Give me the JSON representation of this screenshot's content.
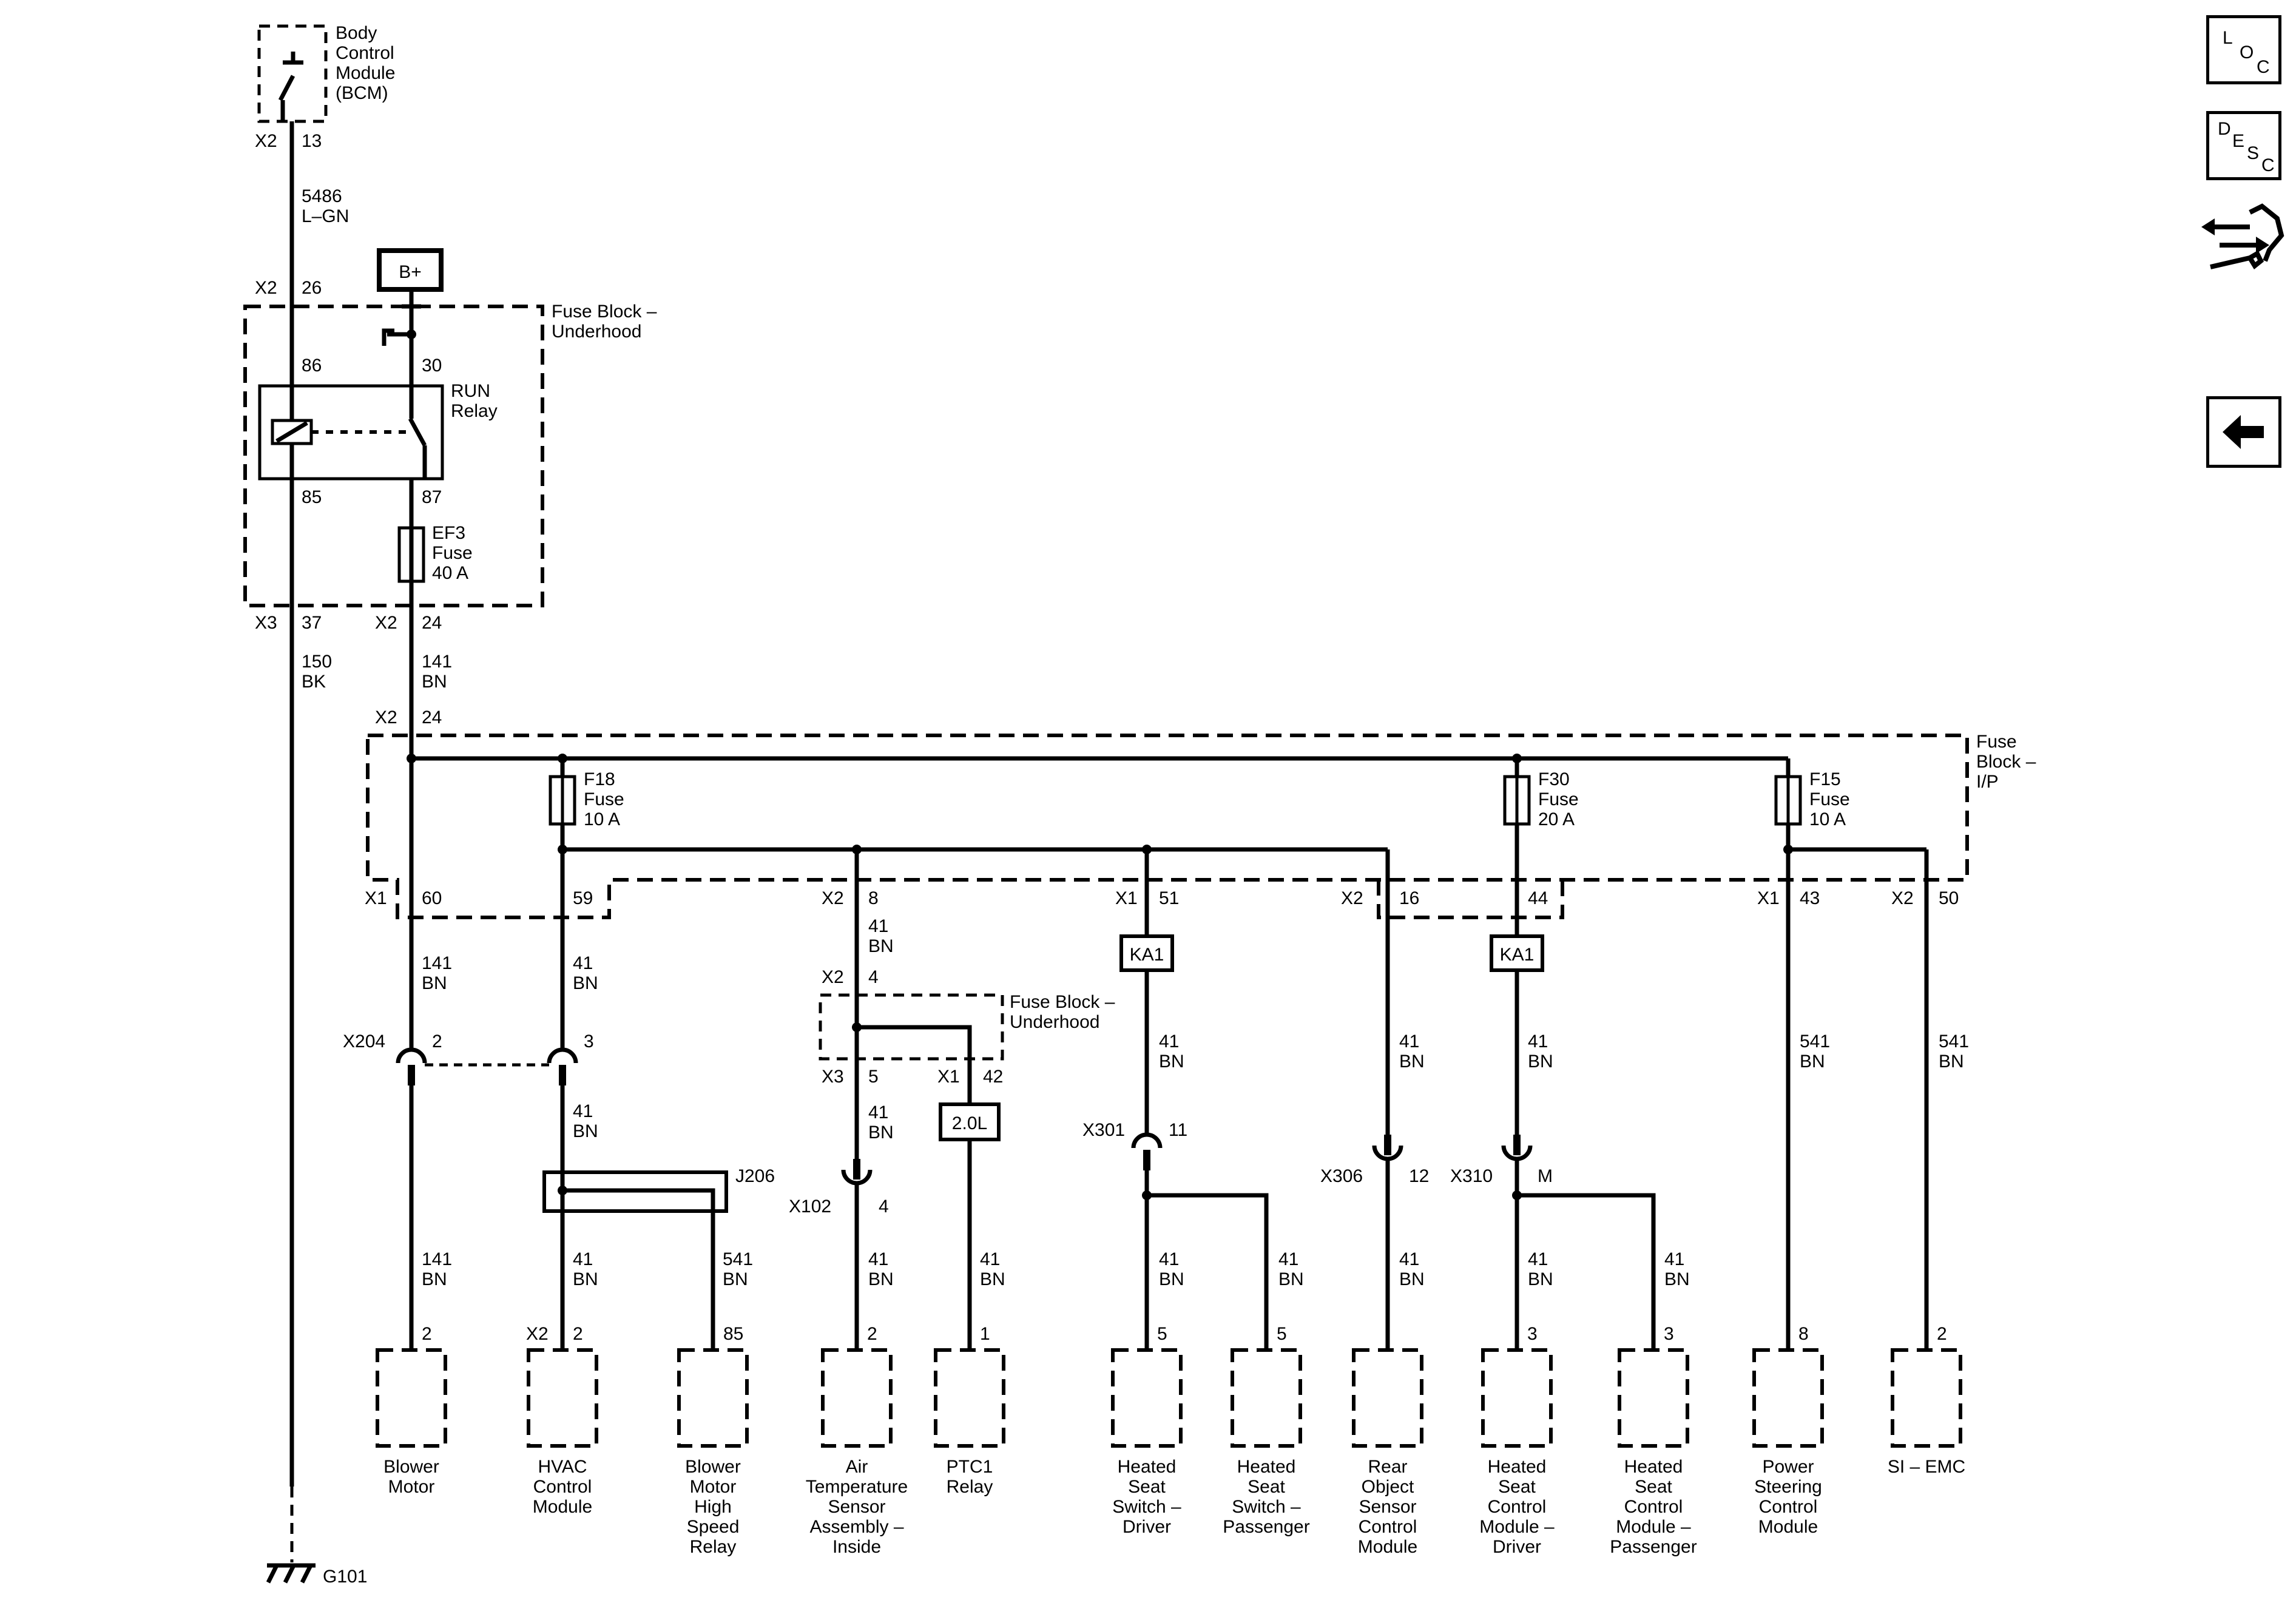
{
  "nav": {
    "loc": [
      "L",
      "O",
      "C"
    ],
    "desc": [
      "D",
      "E",
      "S",
      "C"
    ],
    "service_icon": "wrench-arrows-icon",
    "back_icon": "left-arrow-icon"
  },
  "bcm": {
    "label": [
      "Body",
      "Control",
      "Module",
      "(BCM)"
    ],
    "conn": "X2",
    "pin": "13"
  },
  "wire_bcm": {
    "circuit": "5486",
    "color": "L–GN"
  },
  "bplus": {
    "label": "B+"
  },
  "fb_under": {
    "label": [
      "Fuse Block –",
      "Underhood"
    ],
    "in_conn": "X2",
    "in_pin": "26"
  },
  "relay": {
    "label": [
      "RUN",
      "Relay"
    ],
    "pin86": "86",
    "pin30": "30",
    "pin85": "85",
    "pin87": "87"
  },
  "ef3": {
    "label": [
      "EF3",
      "Fuse",
      "40 A"
    ]
  },
  "fb_under_out": {
    "gnd_conn": "X3",
    "gnd_pin": "37",
    "out_conn": "X2",
    "out_pin": "24"
  },
  "wire_gnd": {
    "circuit": "150",
    "color": "BK"
  },
  "wire_141": {
    "circuit": "141",
    "color": "BN"
  },
  "fb_ip": {
    "label": [
      "Fuse",
      "Block –",
      "I/P"
    ],
    "in_conn": "X2",
    "in_pin": "24"
  },
  "f18": {
    "label": [
      "F18",
      "Fuse",
      "10 A"
    ]
  },
  "f30": {
    "label": [
      "F30",
      "Fuse",
      "20 A"
    ]
  },
  "f15": {
    "label": [
      "F15",
      "Fuse",
      "10 A"
    ]
  },
  "ip_pins": {
    "x1_60_conn": "X1",
    "x1_60_pin": "60",
    "p59": "59",
    "x2_8_conn": "X2",
    "x2_8_pin": "8",
    "x1_51_conn": "X1",
    "x1_51_pin": "51",
    "x2_16_conn": "X2",
    "x2_16_pin": "16",
    "p44": "44",
    "x1_43_conn": "X1",
    "x1_43_pin": "43",
    "x2_50_conn": "X2",
    "x2_50_pin": "50"
  },
  "wires": {
    "w141": {
      "circuit": "141",
      "color": "BN"
    },
    "w41": {
      "circuit": "41",
      "color": "BN"
    },
    "w541": {
      "circuit": "541",
      "color": "BN"
    }
  },
  "fb_under2": {
    "label": [
      "Fuse Block –",
      "Underhood"
    ],
    "in_conn": "X2",
    "in_pin": "4",
    "x3": "X3",
    "p5": "5",
    "x1": "X1",
    "p42": "42"
  },
  "ka1": "KA1",
  "engine": "2.0L",
  "splice": "J206",
  "connectors": {
    "x204": "X204",
    "x204_p2": "2",
    "x204_p3": "3",
    "x102": "X102",
    "x102_p4": "4",
    "x301": "X301",
    "x301_p11": "11",
    "x306": "X306",
    "x306_p12": "12",
    "x310": "X310",
    "x310_pm": "M"
  },
  "components": [
    {
      "pin_conn": "",
      "pin": "2",
      "label": [
        "Blower",
        "Motor"
      ]
    },
    {
      "pin_conn": "X2",
      "pin": "2",
      "label": [
        "HVAC",
        "Control",
        "Module"
      ]
    },
    {
      "pin_conn": "",
      "pin": "85",
      "label": [
        "Blower",
        "Motor",
        "High",
        "Speed",
        "Relay"
      ]
    },
    {
      "pin_conn": "",
      "pin": "2",
      "label": [
        "Air",
        "Temperature",
        "Sensor",
        "Assembly –",
        "Inside"
      ]
    },
    {
      "pin_conn": "",
      "pin": "1",
      "label": [
        "PTC1",
        "Relay"
      ]
    },
    {
      "pin_conn": "",
      "pin": "5",
      "label": [
        "Heated",
        "Seat",
        "Switch –",
        "Driver"
      ]
    },
    {
      "pin_conn": "",
      "pin": "5",
      "label": [
        "Heated",
        "Seat",
        "Switch –",
        "Passenger"
      ]
    },
    {
      "pin_conn": "",
      "pin": "",
      "label": [
        "Rear",
        "Object",
        "Sensor",
        "Control",
        "Module"
      ]
    },
    {
      "pin_conn": "",
      "pin": "3",
      "label": [
        "Heated",
        "Seat",
        "Control",
        "Module –",
        "Driver"
      ]
    },
    {
      "pin_conn": "",
      "pin": "3",
      "label": [
        "Heated",
        "Seat",
        "Control",
        "Module –",
        "Passenger"
      ]
    },
    {
      "pin_conn": "",
      "pin": "8",
      "label": [
        "Power",
        "Steering",
        "Control",
        "Module"
      ]
    },
    {
      "pin_conn": "",
      "pin": "2",
      "label": [
        "SI – EMC"
      ]
    }
  ],
  "ground": {
    "label": "G101",
    "icon": "ground-icon"
  }
}
